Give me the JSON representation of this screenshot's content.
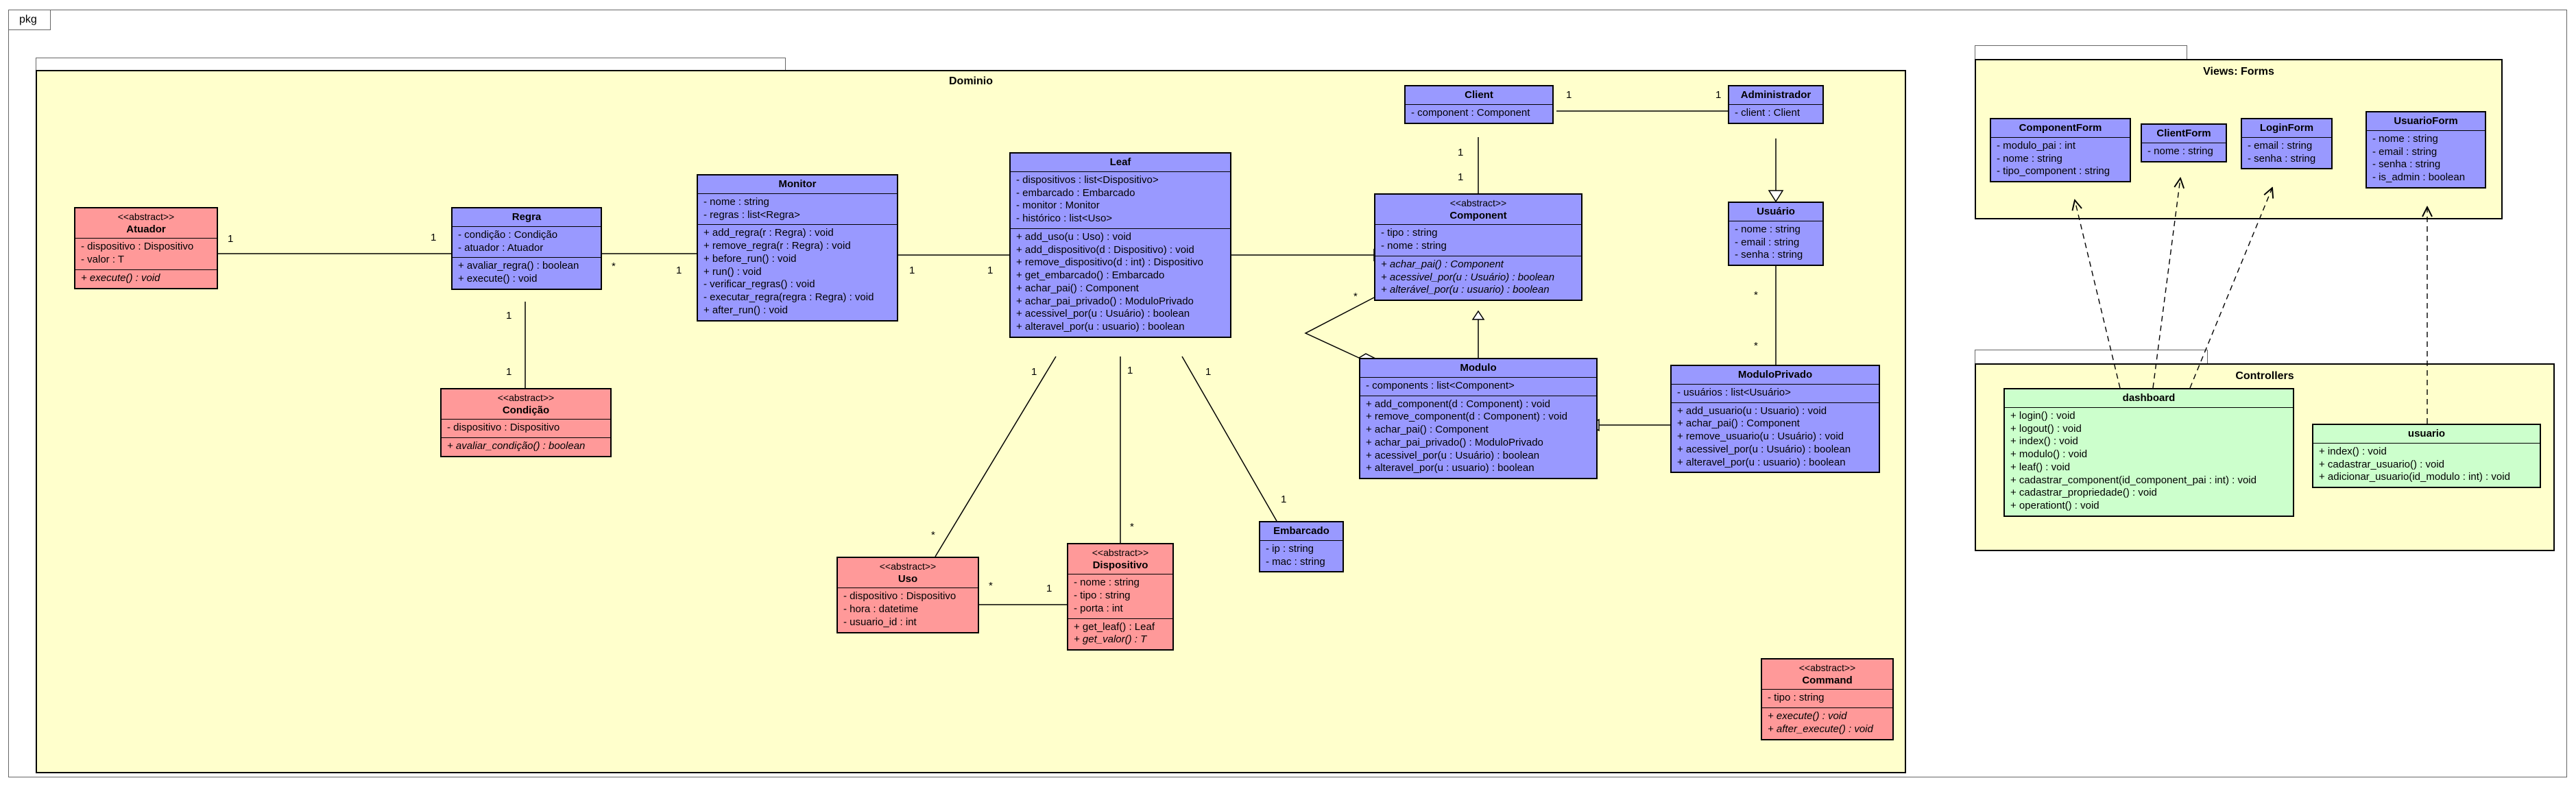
{
  "diagram": {
    "frame_label": "pkg",
    "packages": {
      "dominio": "Dominio",
      "views": "Views: Forms",
      "controllers": "Controllers"
    },
    "classes": {
      "atuador": {
        "stereotype": "<<abstract>>",
        "name": "Atuador",
        "attributes": [
          "- dispositivo : Dispositivo",
          "- valor : T"
        ],
        "methods": [
          "+ execute() : void"
        ]
      },
      "regra": {
        "name": "Regra",
        "attributes": [
          "- condição : Condição",
          "- atuador : Atuador"
        ],
        "methods": [
          "+ avaliar_regra() : boolean",
          "+ execute() : void"
        ]
      },
      "condicao": {
        "stereotype": "<<abstract>>",
        "name": "Condição",
        "attributes": [
          "- dispositivo : Dispositivo"
        ],
        "methods": [
          "+ avaliar_condição() : boolean"
        ]
      },
      "monitor": {
        "name": "Monitor",
        "attributes": [
          "- nome : string",
          "- regras : list<Regra>"
        ],
        "methods": [
          "+ add_regra(r : Regra) : void",
          "+ remove_regra(r : Regra) : void",
          "+ before_run() : void",
          "+ run() : void",
          "- verificar_regras() : void",
          "- executar_regra(regra : Regra) : void",
          "+ after_run() : void"
        ]
      },
      "leaf": {
        "name": "Leaf",
        "attributes": [
          "- dispositivos : list<Dispositivo>",
          "- embarcado : Embarcado",
          "- monitor : Monitor",
          "- histórico : list<Uso>"
        ],
        "methods": [
          "+ add_uso(u : Uso) : void",
          "+ add_dispositivo(d : Dispositivo) : void",
          "+ remove_dispositivo(d : int) : Dispositivo",
          "+ get_embarcado() : Embarcado",
          "+ achar_pai() : Component",
          "+ achar_pai_privado() : ModuloPrivado",
          "+ acessivel_por(u : Usuário) : boolean",
          "+ alteravel_por(u : usuario) : boolean"
        ]
      },
      "uso": {
        "stereotype": "<<abstract>>",
        "name": "Uso",
        "attributes": [
          "- dispositivo : Dispositivo",
          "- hora : datetime",
          "- usuario_id : int"
        ]
      },
      "dispositivo": {
        "stereotype": "<<abstract>>",
        "name": "Dispositivo",
        "attributes": [
          "- nome : string",
          "- tipo : string",
          "- porta : int"
        ],
        "methods": [
          "+ get_leaf() : Leaf",
          "+ get_valor() : T"
        ]
      },
      "embarcado": {
        "name": "Embarcado",
        "attributes": [
          "- ip : string",
          "- mac : string"
        ]
      },
      "client": {
        "name": "Client",
        "attributes": [
          "- component : Component"
        ]
      },
      "component": {
        "stereotype": "<<abstract>>",
        "name": "Component",
        "attributes": [
          "- tipo : string",
          "- nome : string"
        ],
        "methods": [
          "+ achar_pai() : Component",
          "+ acessivel_por(u : Usuário) : boolean",
          "+ alterável_por(u : usuario) : boolean"
        ]
      },
      "modulo": {
        "name": "Modulo",
        "attributes": [
          "- components : list<Component>"
        ],
        "methods": [
          "+ add_component(d : Component) : void",
          "+ remove_component(d : Component) : void",
          "+ achar_pai() : Component",
          "+ achar_pai_privado() : ModuloPrivado",
          "+ acessivel_por(u : Usuário) : boolean",
          "+ alteravel_por(u : usuario) : boolean"
        ]
      },
      "administrador": {
        "name": "Administrador",
        "attributes": [
          "- client : Client"
        ]
      },
      "usuario_domain": {
        "name": "Usuário",
        "attributes": [
          "- nome : string",
          "- email : string",
          "- senha : string"
        ]
      },
      "modulo_privado": {
        "name": "ModuloPrivado",
        "attributes": [
          "- usuários : list<Usuário>"
        ],
        "methods": [
          "+ add_usuario(u : Usuario) : void",
          "+ achar_pai() : Component",
          "+ remove_usuario(u : Usuário) : void",
          "+ acessivel_por(u : Usuário) : boolean",
          "+ alteravel_por(u : usuario) : boolean"
        ]
      },
      "command": {
        "stereotype": "<<abstract>>",
        "name": "Command",
        "attributes": [
          "- tipo : string"
        ],
        "methods": [
          "+ execute() : void",
          "+ after_execute() : void"
        ]
      },
      "component_form": {
        "name": "ComponentForm",
        "attributes": [
          "- modulo_pai : int",
          "- nome : string",
          "- tipo_component : string"
        ]
      },
      "client_form": {
        "name": "ClientForm",
        "attributes": [
          "- nome : string"
        ]
      },
      "login_form": {
        "name": "LoginForm",
        "attributes": [
          "- email : string",
          "- senha : string"
        ]
      },
      "usuario_form": {
        "name": "UsuarioForm",
        "attributes": [
          "- nome : string",
          "- email : string",
          "- senha : string",
          "- is_admin : boolean"
        ]
      },
      "dashboard": {
        "name": "dashboard",
        "methods": [
          "+ login() : void",
          "+ logout() : void",
          "+ index() : void",
          "+ modulo() : void",
          "+ leaf() : void",
          "+ cadastrar_component(id_component_pai : int) : void",
          "+ cadastrar_propriedade() : void",
          "+ operationt() : void"
        ]
      },
      "usuario_ctrl": {
        "name": "usuario",
        "methods": [
          "+ index() : void",
          "+ cadastrar_usuario() : void",
          "+ adicionar_usuario(id_modulo : int) : void"
        ]
      }
    },
    "multiplicities": {
      "atuador_regra_a": "1",
      "atuador_regra_b": "1",
      "regra_monitor_a": "*",
      "regra_monitor_b": "1",
      "regra_condicao_a": "1",
      "regra_condicao_b": "1",
      "monitor_leaf_a": "1",
      "monitor_leaf_b": "1",
      "leaf_uso_a": "1",
      "leaf_uso_b": "*",
      "leaf_disp_a": "1",
      "leaf_disp_b": "*",
      "leaf_emb_a": "1",
      "leaf_emb_b": "1",
      "uso_disp_a": "*",
      "uso_disp_b": "1",
      "client_admin_a": "1",
      "client_admin_b": "1",
      "client_comp_a": "1",
      "client_comp_b": "1",
      "modulo_comp": "*",
      "usuario_mp_a": "*",
      "usuario_mp_b": "*"
    }
  }
}
